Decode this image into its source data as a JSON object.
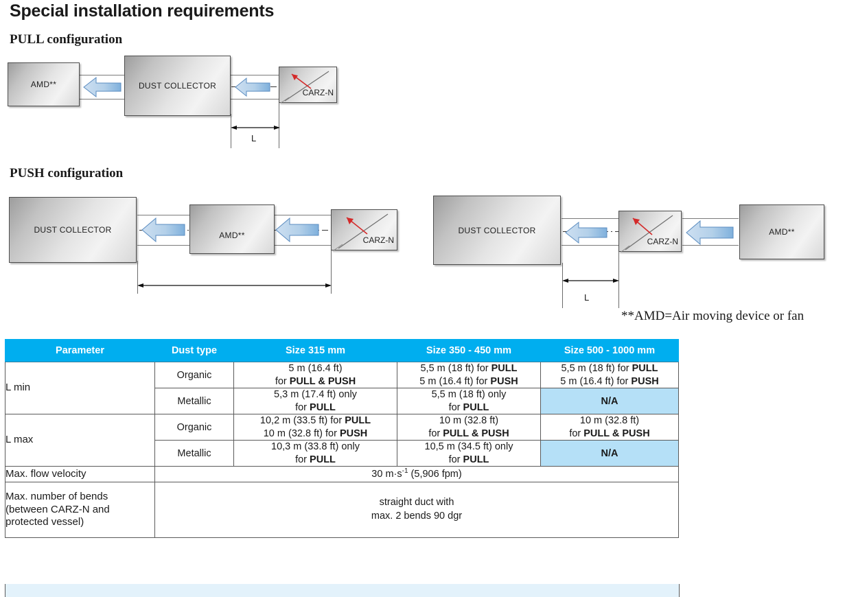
{
  "page_title": "Special installation requirements",
  "sections": {
    "pull": {
      "title": "PULL configuration"
    },
    "push": {
      "title": "PUSH configuration"
    }
  },
  "footnote": "**AMD=Air moving device or fan",
  "labels": {
    "amd": "AMD**",
    "dust_collector": "DUST COLLECTOR",
    "carz": "CARZ-N",
    "dimension_l": "L"
  },
  "colors": {
    "header_blue": "#00AEEF",
    "na_fill": "#B5E0F7",
    "strip_fill": "#E3F2FB",
    "arrow_blue": "#9DC3E6",
    "valve_red": "#D42A2A"
  },
  "table": {
    "headers": [
      "Parameter",
      "Dust type",
      "Size 315 mm",
      "Size 350 - 450 mm",
      "Size 500 - 1000 mm"
    ],
    "rows": [
      {
        "parameter": "L min",
        "dust_type": "Organic",
        "size315": {
          "line1": "5 m (16.4 ft)",
          "line2_prefix": "for ",
          "line2_bold": "PULL & PUSH"
        },
        "size350": {
          "l1a": "5,5 m (18 ft) for ",
          "l1b": "PULL",
          "l2a": "5 m (16.4 ft) for ",
          "l2b": "PUSH"
        },
        "size500": {
          "l1a": "5,5 m (18 ft) for ",
          "l1b": "PULL",
          "l2a": "5 m (16.4 ft) for ",
          "l2b": "PUSH"
        }
      },
      {
        "parameter": "L min",
        "dust_type": "Metallic",
        "size315": {
          "line1": "5,3 m (17.4 ft) only",
          "line2_prefix": "for ",
          "line2_bold": "PULL"
        },
        "size350": {
          "line1": "5,5 m (18 ft) only",
          "line2_prefix": "for ",
          "line2_bold": "PULL"
        },
        "size500_na": "N/A"
      },
      {
        "parameter": "L max",
        "dust_type": "Organic",
        "size315": {
          "l1a": "10,2 m (33.5 ft) for ",
          "l1b": "PULL",
          "l2a": "10 m (32.8 ft) for ",
          "l2b": "PUSH"
        },
        "size350": {
          "line1": "10 m (32.8 ft)",
          "line2_prefix": "for ",
          "line2_bold": "PULL & PUSH"
        },
        "size500": {
          "line1": "10 m (32.8 ft)",
          "line2_prefix": "for ",
          "line2_bold": "PULL & PUSH"
        }
      },
      {
        "parameter": "L max",
        "dust_type": "Metallic",
        "size315": {
          "line1": "10,3 m (33.8 ft) only",
          "line2_prefix": "for ",
          "line2_bold": "PULL"
        },
        "size350": {
          "line1": "10,5 m (34.5 ft) only",
          "line2_prefix": "for ",
          "line2_bold": "PULL"
        },
        "size500_na": "N/A"
      }
    ],
    "flow_velocity": {
      "label": "Max. flow velocity",
      "value_prefix": "30 m·s",
      "value_sup": "-1",
      "value_suffix": " (5,906 fpm)"
    },
    "bends": {
      "label_line1": "Max. number of bends",
      "label_line2": "(between CARZ-N and",
      "label_line3": "protected vessel)",
      "value_line1": "straight duct with",
      "value_line2": "max. 2 bends 90 dgr"
    }
  }
}
